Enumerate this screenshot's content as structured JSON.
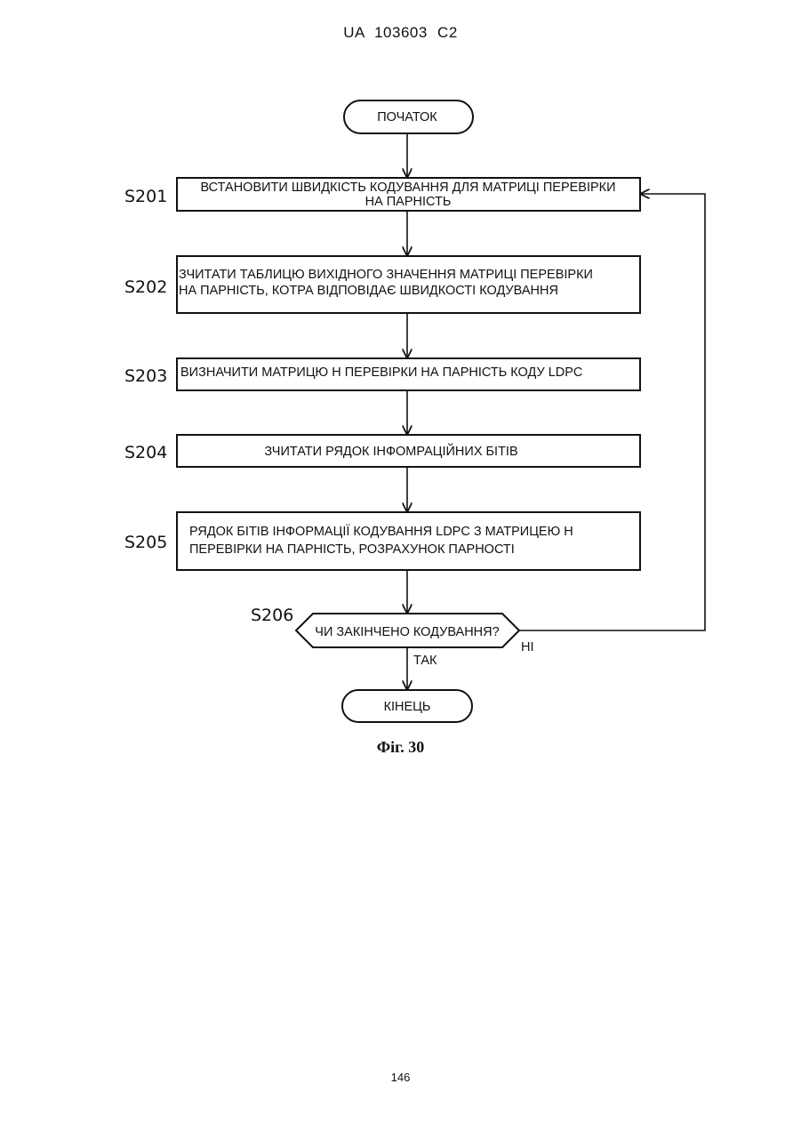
{
  "document": {
    "header": "UA 103603 C2",
    "figure_caption": "Фіг. 30",
    "page_number": "146"
  },
  "flowchart": {
    "start": "ПОЧАТОК",
    "end": "КІНЕЦЬ",
    "steps": [
      {
        "id": "S201",
        "lines": [
          "ВСТАНОВИТИ ШВИДКІСТЬ КОДУВАННЯ ДЛЯ МАТРИЦІ ПЕРЕВІРКИ",
          "НА ПАРНІСТЬ"
        ]
      },
      {
        "id": "S202",
        "lines": [
          "ЗЧИТАТИ ТАБЛИЦЮ ВИХІДНОГО ЗНАЧЕННЯ МАТРИЦІ ПЕРЕВІРКИ",
          "НА ПАРНІСТЬ, КОТРА ВІДПОВІДАЄ ШВИДКОСТІ КОДУВАННЯ"
        ]
      },
      {
        "id": "S203",
        "lines": [
          "ВИЗНАЧИТИ МАТРИЦЮ Н ПЕРЕВІРКИ НА ПАРНІСТЬ КОДУ LDPC"
        ]
      },
      {
        "id": "S204",
        "lines": [
          "ЗЧИТАТИ РЯДОК ІНФОМРАЦІЙНИХ БІТІВ"
        ]
      },
      {
        "id": "S205",
        "lines": [
          "РЯДОК БІТІВ ІНФОРМАЦІЇ КОДУВАННЯ LDPC З МАТРИЦЕЮ Н",
          "ПЕРЕВІРКИ НА ПАРНІСТЬ, РОЗРАХУНОК ПАРНОСТІ"
        ]
      }
    ],
    "decision": {
      "id": "S206",
      "text": "ЧИ ЗАКІНЧЕНО КОДУВАННЯ?",
      "yes_label": "ТАК",
      "no_label": "НІ"
    }
  }
}
